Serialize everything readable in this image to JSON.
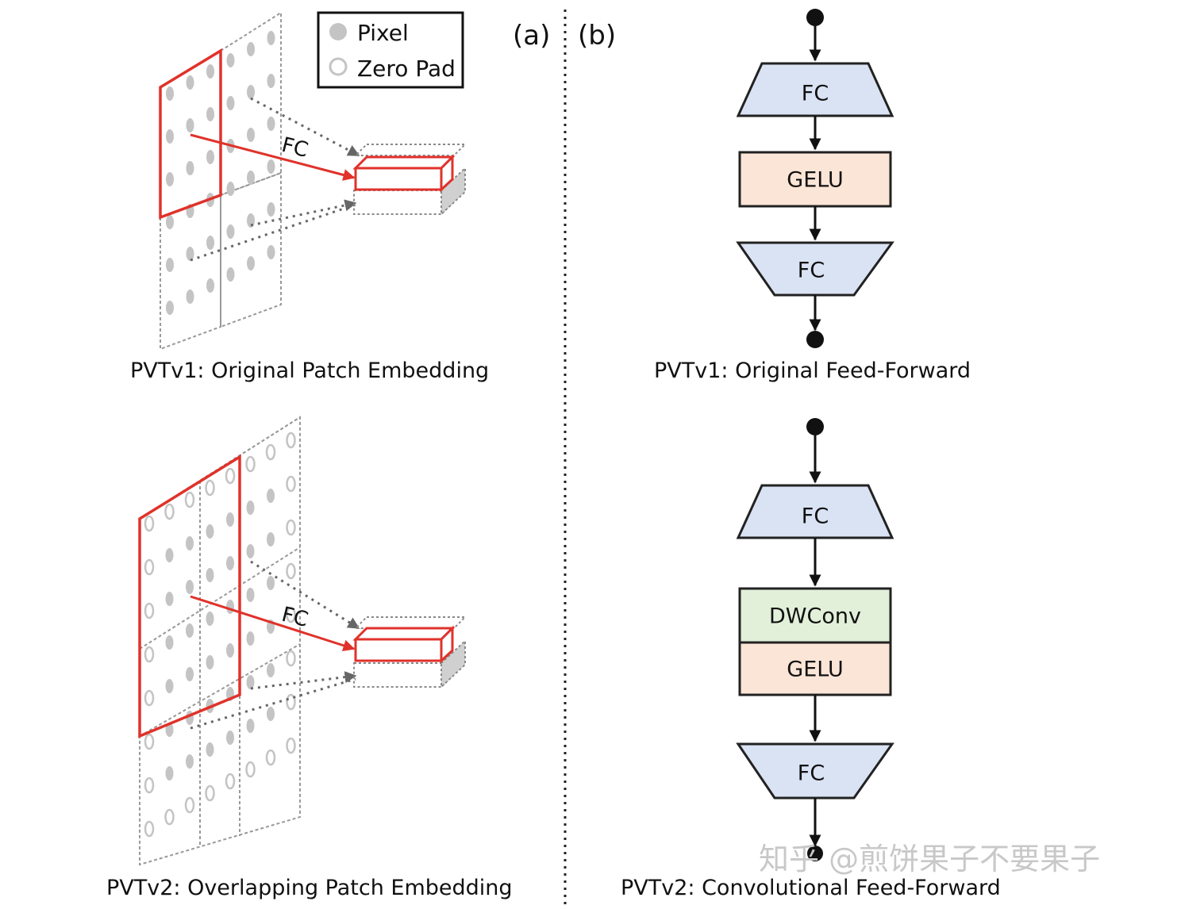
{
  "panels": {
    "a": "(a)",
    "b": "(b)"
  },
  "legend": {
    "pixel": "Pixel",
    "zero_pad": "Zero Pad"
  },
  "patch_embed": {
    "v1_fc": "FC",
    "v2_fc": "FC",
    "v1_caption": "PVTv1: Original Patch Embedding",
    "v2_caption": "PVTv2: Overlapping Patch Embedding"
  },
  "ffn_v1": {
    "blocks": [
      "FC",
      "GELU",
      "FC"
    ],
    "caption": "PVTv1: Original Feed-Forward"
  },
  "ffn_v2": {
    "blocks": [
      "FC",
      "DWConv",
      "GELU",
      "FC"
    ],
    "caption": "PVTv2: Convolutional Feed-Forward"
  },
  "watermark": "知乎 @煎饼果子不要果子",
  "colors": {
    "fc_fill": "#dae3f3",
    "gelu_fill": "#fbe5d6",
    "dwconv_fill": "#e2f0d9",
    "highlight": "#e0322a",
    "pixel": "#c4c4c4",
    "grid": "#8a8a8a"
  }
}
